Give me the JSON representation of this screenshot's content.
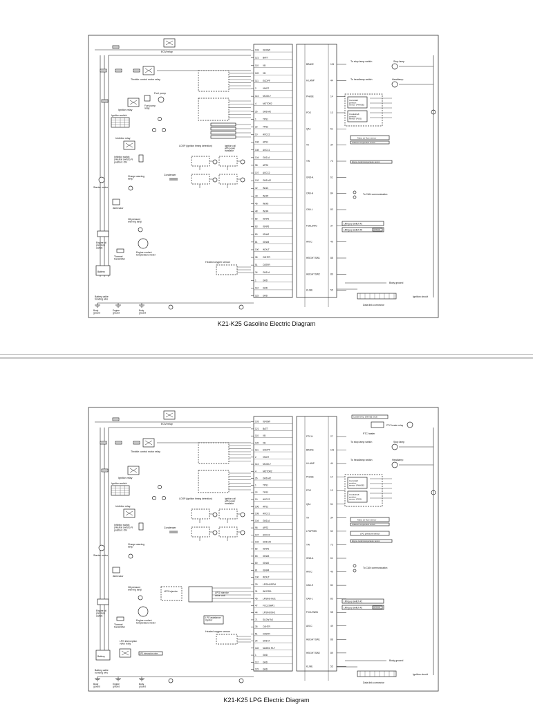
{
  "diagrams": [
    {
      "caption": "K21-K25 Gasoline Electric Diagram",
      "labels": {
        "ecm_relay": "ECM relay",
        "throttle_motor_relay": "Throttle control motor relay",
        "fuel_pump": "Fuel pump",
        "fuel_pump_relay": "Fuel pump relay",
        "ignition_relay": "Ignition relay",
        "ignition_switch": "Ignition switch",
        "inhibitor_relay": "Inhibitor relay",
        "inhibitor_switch": "Inhibitor switch (Neutral switch) N position: ON",
        "starter_motor": "Starter motor",
        "charge_lamp": "Charge warning lamp",
        "alternator": "Alternator",
        "oil_lamp": "Oil pressure warning lamp",
        "oil_switch": "Engine oil pressure switch",
        "thermal": "Thermal transmitter",
        "coolant_meter": "Engine coolant temperature meter",
        "battery": "Battery",
        "cable_wire": "Battery cable bonding wire",
        "body_ground": "Body ground",
        "engine_ground": "Engine ground",
        "condenser": "Condenser",
        "loop": "LOOP (ignition timing detection)",
        "ignition_coil": "Ignition coil with power transistor",
        "heated_o2": "Heated oxygen sensor",
        "stop_switch": "To stop lamp switch",
        "stop_lamp": "Stop lamp",
        "headlamp_switch": "To headlamp switch",
        "headlamp": "Headlamp",
        "cam_sensor": "Camshaft position sensor (PHASE)",
        "crank_sensor": "Crankshaft position sensor (POS)",
        "maf": "Mass air flow sensor",
        "intake_temp": "Intake air temperature sensor",
        "coolant_sensor": "Engine coolant temperature sensor",
        "can": "To CAN communication",
        "lift1": "Lifting up switch #1",
        "lift2": "Lifting up switch #2",
        "option": "OPTION",
        "body_ground2": "Body ground",
        "ign_circuit": "Ignition circuit",
        "dlc": "Data link connector"
      },
      "left_pins": [
        [
          "103",
          "IGNSW"
        ],
        [
          "121",
          "BATT"
        ],
        [
          "110",
          "VB"
        ],
        [
          "120",
          "VB"
        ],
        [
          "111",
          "ECDPF"
        ],
        [
          "2",
          "VMGT"
        ],
        [
          "114",
          "MCOILY"
        ],
        [
          "4",
          "MOTOR2"
        ],
        [
          "26",
          "GND-A2"
        ],
        [
          "1",
          "TPS1"
        ],
        [
          "22",
          "TPS2"
        ],
        [
          "10",
          "AVCC2"
        ],
        [
          "106",
          "APS1"
        ],
        [
          "108",
          "AVCC1"
        ],
        [
          "104",
          "GND-A"
        ],
        [
          "98",
          "APS2"
        ],
        [
          "107",
          "AVCC2"
        ],
        [
          "102",
          "GND-A2"
        ],
        [
          "42",
          "INJ#1"
        ],
        [
          "43",
          "INJ#2"
        ],
        [
          "46",
          "INJ#3"
        ],
        [
          "48",
          "INJ#4"
        ],
        [
          "82",
          "IGN#1"
        ],
        [
          "83",
          "IGN#3"
        ],
        [
          "80",
          "IGN#2"
        ],
        [
          "81",
          "IGN#4"
        ],
        [
          "100",
          "WOUT"
        ],
        [
          "35",
          "O2HTR"
        ],
        [
          "51",
          "O2SFR"
        ],
        [
          "34",
          "GND-A"
        ],
        [
          "1",
          "GND"
        ],
        [
          "112",
          "GND"
        ],
        [
          "115",
          "GND"
        ]
      ],
      "right_pins": [
        [
          "BRAKE",
          "101"
        ],
        [
          "H.LAMP",
          "44"
        ],
        [
          "PHASE",
          "14"
        ],
        [
          "POS",
          "13"
        ],
        [
          "QA1",
          "51"
        ],
        [
          "TA",
          "34"
        ],
        [
          "TW",
          "73"
        ],
        [
          "GND-A",
          "61"
        ],
        [
          "CAN-H",
          "84"
        ],
        [
          "CAN-L",
          "83"
        ],
        [
          "FUELSWG",
          "37"
        ],
        [
          "AVCC",
          "49"
        ],
        [
          "HEIGHT SW1",
          "88"
        ],
        [
          "HEIGHT SW2",
          "89"
        ],
        [
          "KLINE",
          "55"
        ]
      ]
    },
    {
      "caption": "K21-K25 LPG Electric Diagram",
      "labels": {
        "ecm_relay": "ECM relay",
        "throttle_motor_relay": "Throttle control motor relay",
        "ignition_relay": "Ignition relay",
        "ignition_switch": "Ignition switch",
        "inhibitor_relay": "Inhibitor relay",
        "inhibitor_switch": "Inhibitor switch (Neutral switch) N position: ON",
        "starter_motor": "Starter motor",
        "charge_lamp": "Charge warning lamp",
        "alternator": "Alternator",
        "oil_lamp": "Oil pressure warning lamp",
        "oil_switch": "Engine oil pressure switch",
        "thermal": "Thermal transmitter",
        "coolant_meter": "Engine coolant temperature meter",
        "battery": "Battery",
        "cable_wire": "Battery cable bonding wire",
        "body_ground": "Body ground",
        "engine_ground": "Engine ground",
        "condenser": "Condenser",
        "loop": "LOOP (ignition timing detection)",
        "ignition_coil": "Ignition coil with power transistor",
        "lpg_injector": "LPG injector",
        "lpg_drive": "LPG injector drive unit",
        "lpg_assist": "LPG assistance injector",
        "heated_o2": "Heated oxygen sensor",
        "lpg_valve": "LPG interception valve relay",
        "lpg_valve2": "LPG interception valve",
        "ptc_heater": "PTC heater",
        "ptc_relay": "PTC heater relay",
        "ptc_coolant": "Coolant temp. (thermal) circuit",
        "stop_switch": "To stop lamp switch",
        "stop_lamp": "Stop lamp",
        "headlamp_switch": "To headlamp switch",
        "headlamp": "Headlamp",
        "cam_sensor": "Camshaft position sensor (PHASE)",
        "crank_sensor": "Crankshaft position sensor (POS)",
        "maf": "Mass air flow sensor",
        "intake_temp": "Intake air temperature sensor",
        "lpg_pressure": "LPG pressure sensor",
        "coolant_sensor": "Engine coolant temperature sensor",
        "can": "To CAN communication",
        "lift1": "Lifting up switch #1",
        "lift2": "Lifting up switch #2",
        "option": "OPTION",
        "body_ground2": "Body ground",
        "ign_circuit": "Ignition circuit",
        "dlc": "Data link connector"
      },
      "left_pins": [
        [
          "103",
          "IGNSW"
        ],
        [
          "121",
          "BATT"
        ],
        [
          "110",
          "VB"
        ],
        [
          "120",
          "VB"
        ],
        [
          "111",
          "ECDPF"
        ],
        [
          "2",
          "VMGT"
        ],
        [
          "114",
          "MCOILY"
        ],
        [
          "4",
          "MOTOR2"
        ],
        [
          "26",
          "GND-A2"
        ],
        [
          "1",
          "TPS1"
        ],
        [
          "22",
          "TPS2"
        ],
        [
          "10",
          "AVCC2"
        ],
        [
          "106",
          "APS1"
        ],
        [
          "108",
          "AVCC1"
        ],
        [
          "104",
          "GND-A"
        ],
        [
          "98",
          "APS2"
        ],
        [
          "107",
          "AVCC2"
        ],
        [
          "102",
          "GND-A2"
        ],
        [
          "82",
          "IGN#1"
        ],
        [
          "83",
          "IGN#3"
        ],
        [
          "80",
          "IGN#2"
        ],
        [
          "81",
          "IGN#4"
        ],
        [
          "100",
          "WOUT"
        ],
        [
          "29",
          "LPGINJ/PPM"
        ],
        [
          "31",
          "INJCSEL"
        ],
        [
          "45",
          "LPGINJ-INJ1"
        ],
        [
          "47",
          "FCCLSW#1"
        ],
        [
          "44",
          "LPGINJ/SH1"
        ],
        [
          "71",
          "SLOW INJ"
        ],
        [
          "35",
          "O2HTR"
        ],
        [
          "51",
          "O2SFR"
        ],
        [
          "34",
          "GND-A"
        ],
        [
          "118",
          "MAIN/C RLY"
        ],
        [
          "1",
          "GND"
        ],
        [
          "112",
          "GND"
        ],
        [
          "115",
          "GND"
        ]
      ],
      "right_pins": [
        [
          "PTC-H",
          "27"
        ],
        [
          "BRAKE",
          "101"
        ],
        [
          "H.LAMP",
          "44"
        ],
        [
          "PHASE",
          "14"
        ],
        [
          "POS",
          "13"
        ],
        [
          "QA1",
          "51"
        ],
        [
          "TA",
          "34"
        ],
        [
          "LPGPRES",
          "52"
        ],
        [
          "TW",
          "73"
        ],
        [
          "GND-A",
          "61"
        ],
        [
          "AVCC",
          "49"
        ],
        [
          "CAN-H",
          "84"
        ],
        [
          "CAN-L",
          "83"
        ],
        [
          "FCCLSW#1",
          "58"
        ],
        [
          "AVCC",
          "49"
        ],
        [
          "HEIGHT SW1",
          "88"
        ],
        [
          "HEIGHT SW2",
          "89"
        ],
        [
          "KLINE",
          "55"
        ]
      ]
    }
  ]
}
